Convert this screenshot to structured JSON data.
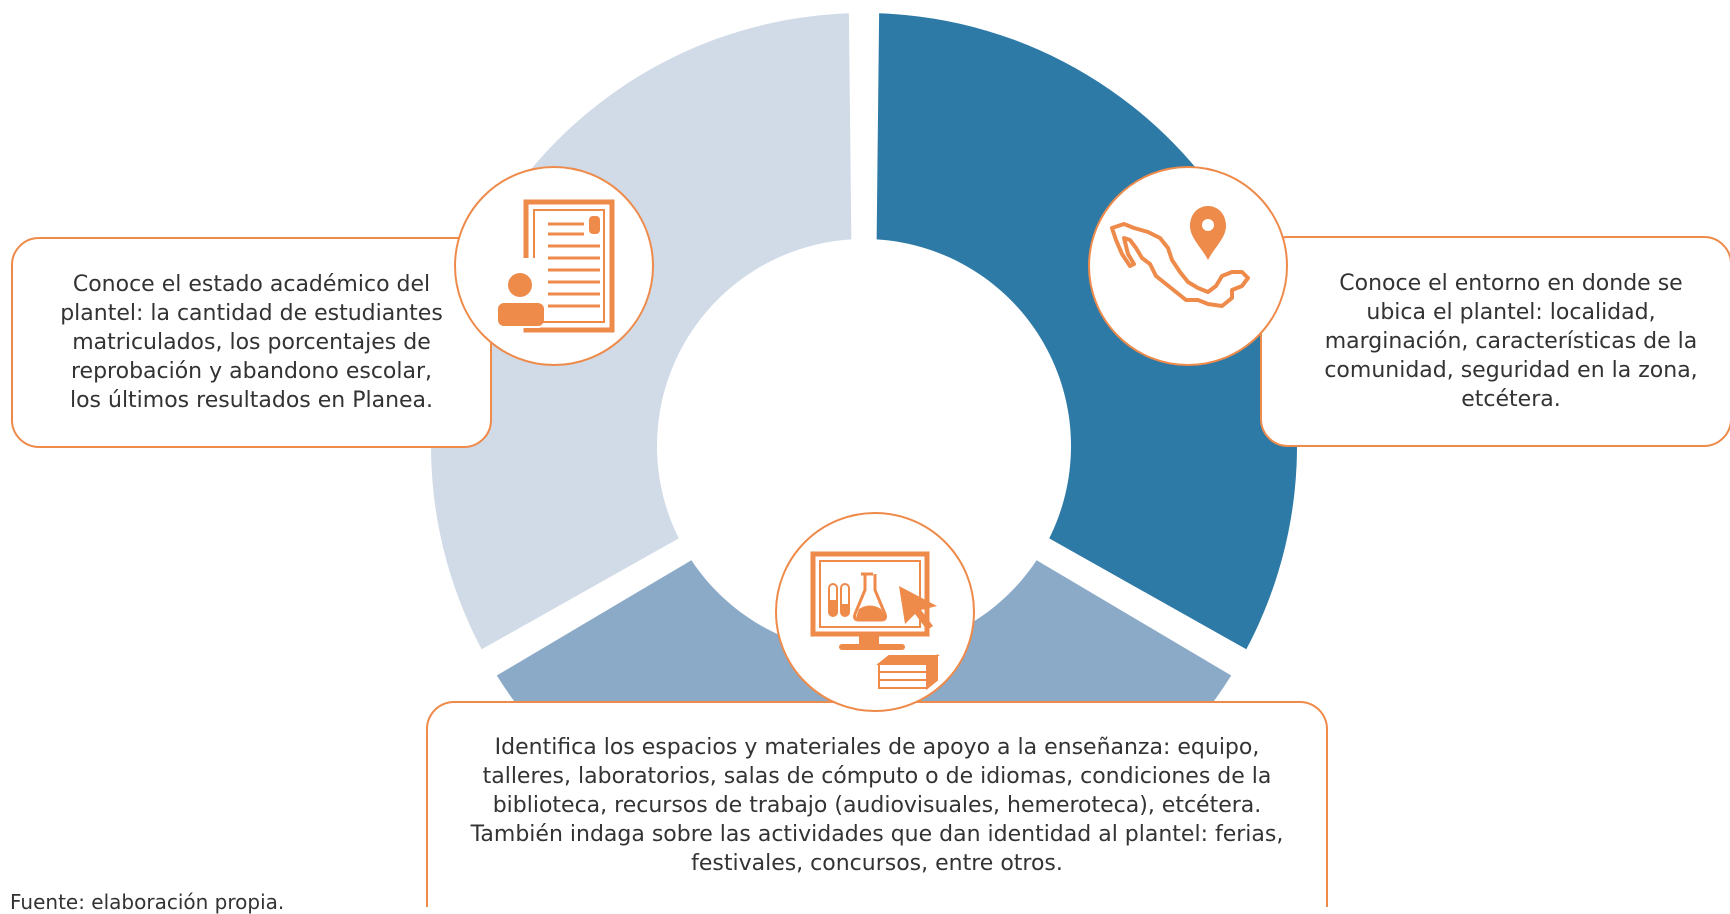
{
  "diagram": {
    "colors": {
      "segment_left": "#d1dbe8",
      "segment_right": "#2e7aa6",
      "segment_bottom": "#8baac7",
      "accent": "#ee8a4a"
    },
    "segments": [
      {
        "id": "left",
        "icon": "student-report-icon",
        "text": "Conoce el estado académico del plantel: la cantidad de estudiantes matriculados, los porcentajes de reprobación y abandono escolar, los últimos resultados en Planea."
      },
      {
        "id": "right",
        "icon": "mexico-map-pin-icon",
        "text": "Conoce el entorno en donde se ubica el plantel: localidad, marginación, características de la comunidad, seguridad en la zona, etcétera."
      },
      {
        "id": "bottom",
        "icon": "computer-lab-books-icon",
        "text": "Identifica los espacios y materiales de apoyo a la enseñanza: equipo, talleres, laboratorios, salas de cómputo o de idiomas, condiciones de la biblioteca, recursos de trabajo (audiovisuales, hemeroteca), etcétera. También indaga sobre las actividades que dan identidad al plantel: ferias, festivales, concursos, entre otros."
      }
    ]
  },
  "footnote": "Fuente: elaboración propia."
}
